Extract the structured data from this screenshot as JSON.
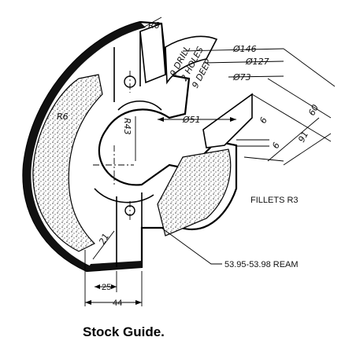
{
  "figure": {
    "caption": "Stock Guide.",
    "labels": {
      "r6_top": "R6",
      "drill_line1": "9 DRILL",
      "drill_line2": "2 HOLES",
      "drill_line3": "9 DEEP",
      "dia146": "Ø146",
      "dia127": "Ø127",
      "dia73": "Ø73",
      "r6_left": "R6",
      "r43": "R43",
      "dia51": "Ø51",
      "dim6a": "6",
      "dim6b": "6",
      "dim60": "60",
      "dim91": "91",
      "fillets": "FILLETS R3",
      "dim21": "21",
      "ream": "53.95-53.98 REAM",
      "dim25": "25",
      "dim44": "44"
    }
  }
}
